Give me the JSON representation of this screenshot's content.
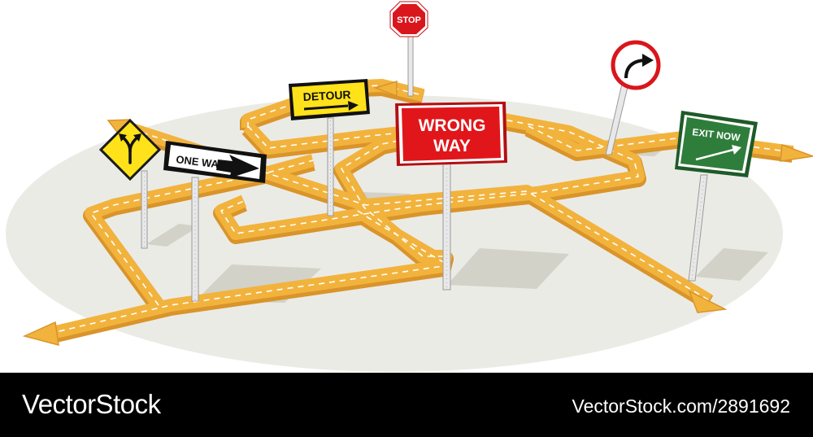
{
  "signs": {
    "stop": "STOP",
    "detour": "DETOUR",
    "one_way": "ONE WAY",
    "wrong_way_line1": "WRONG",
    "wrong_way_line2": "WAY",
    "exit_now": "EXIT NOW"
  },
  "footer": {
    "brand": "VectorStock",
    "image_id": "VectorStock.com/2891692"
  },
  "colors": {
    "road": "#f2b33d",
    "road_edge": "#d9942a",
    "ground": "#ebebe6",
    "shadow": "#d2d2c8",
    "wrong_way_red": "#e0161b",
    "exit_green": "#2f7d3b",
    "detour_yellow": "#ffe21a",
    "stop_red": "#d9161c"
  },
  "icons": [
    "fork-road-icon",
    "one-way-arrow-icon",
    "detour-arrow-icon",
    "exit-arrow-icon",
    "turn-right-arrow-icon",
    "stop-sign-icon"
  ]
}
